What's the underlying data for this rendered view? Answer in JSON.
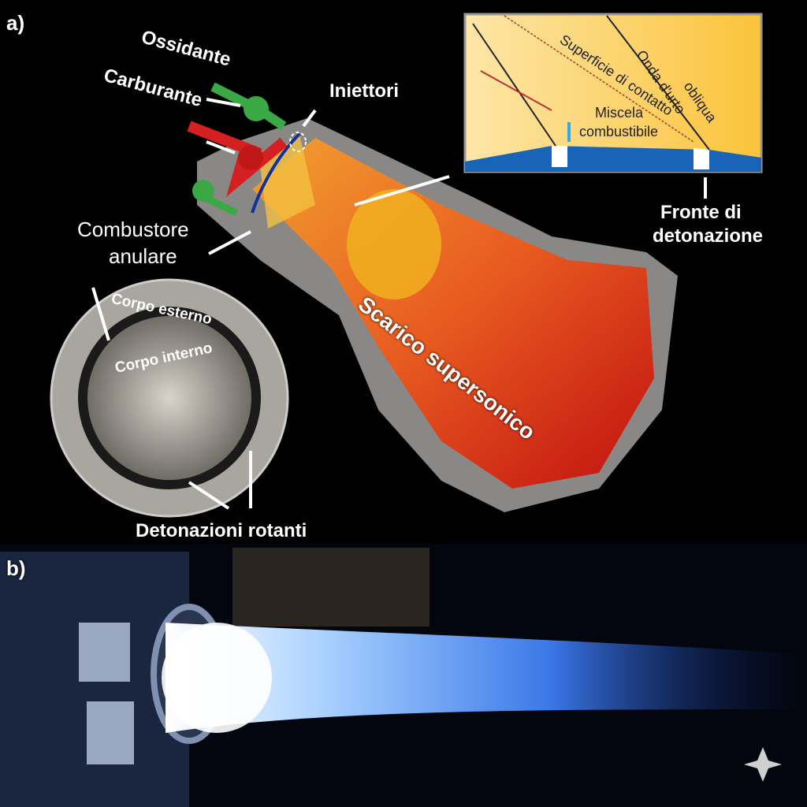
{
  "panel_a": {
    "label": "a)",
    "ossidante": "Ossidante",
    "carburante": "Carburante",
    "iniettori": "Iniettori",
    "combustore_line1": "Combustore",
    "combustore_line2": "anulare",
    "corpo_esterno": "Corpo esterno",
    "corpo_interno": "Corpo interno",
    "detonazioni": "Detonazioni rotanti",
    "scarico": "Scarico supersonico",
    "inset": {
      "onda_line1": "Onda d'urto",
      "onda_line2": "obliqua",
      "superficie": "Superficie di contatto",
      "miscela_line1": "Miscela",
      "miscela_line2": "combustibile"
    },
    "fronte_line1": "Fronte di",
    "fronte_line2": "detonazione"
  },
  "panel_b": {
    "label": "b)"
  },
  "colors": {
    "oxidizer": "#3aa845",
    "fuel": "#d42020",
    "exhaust": "#e0401a",
    "flame": "#4a8cff",
    "inset_bg": "#fbc94a"
  }
}
